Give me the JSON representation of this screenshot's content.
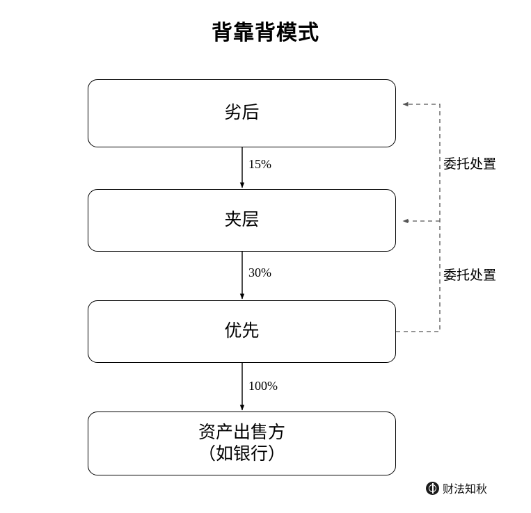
{
  "title": "背靠背模式",
  "nodes": [
    {
      "id": "liehou",
      "label": "劣后"
    },
    {
      "id": "jiaceng",
      "label": "夹层"
    },
    {
      "id": "youxian",
      "label": "优先"
    },
    {
      "id": "seller",
      "label": "资产出售方\n（如银行）"
    }
  ],
  "edges": [
    {
      "id": "e1",
      "label": "15%",
      "from": "liehou",
      "to": "jiaceng"
    },
    {
      "id": "e2",
      "label": "30%",
      "from": "jiaceng",
      "to": "youxian"
    },
    {
      "id": "e3",
      "label": "100%",
      "from": "youxian",
      "to": "seller"
    }
  ],
  "side_labels": [
    {
      "id": "s1",
      "label": "委托处置",
      "from": "youxian",
      "to": "liehou"
    },
    {
      "id": "s2",
      "label": "委托处置",
      "from": "youxian",
      "to": "jiaceng"
    }
  ],
  "watermark": {
    "text": "财法知秋",
    "icon": "wechat-official-account-logo"
  },
  "colors": {
    "stroke": "#000000",
    "dashed_stroke": "#555555",
    "background": "#ffffff",
    "text": "#000000"
  }
}
